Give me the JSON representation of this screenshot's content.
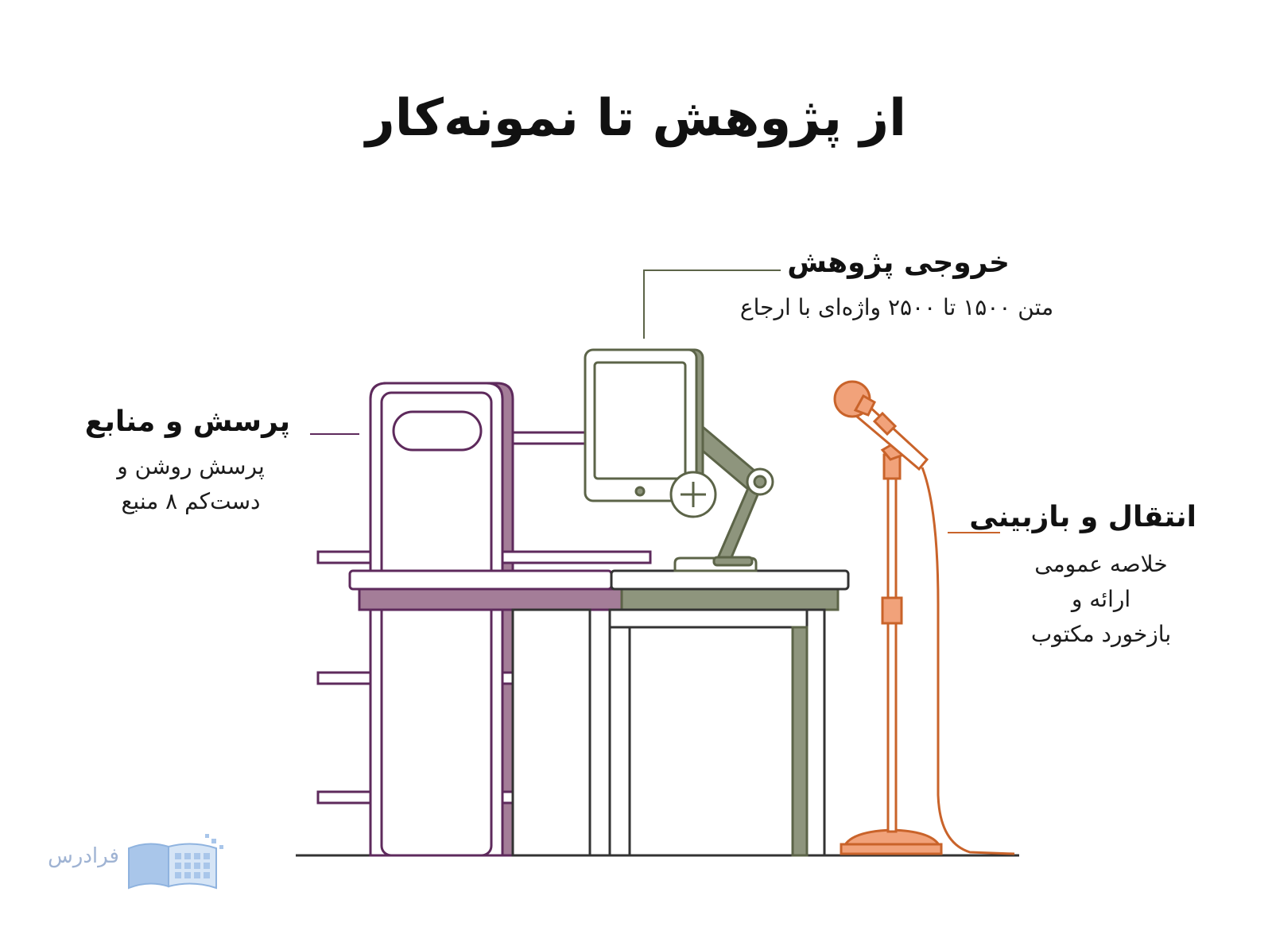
{
  "title": "از پژوهش تا نمونه‌کار",
  "sections": {
    "research_output": {
      "title": "خروجی پژوهش",
      "body": "متن ۱۵۰۰ تا ۲۵۰۰ واژه‌ای با ارجاع"
    },
    "questions_sources": {
      "title": "پرسش و منابع",
      "lines": [
        "پرسش روشن و",
        "دست‌کم ۸ منبع"
      ]
    },
    "transfer_review": {
      "title": "انتقال و بازبینی",
      "lines": [
        "خلاصه عمومی",
        "ارائه و",
        "بازخورد مکتوب"
      ]
    }
  },
  "logo": {
    "text": "فرادرس"
  },
  "colors": {
    "purple": "#5e2a5c",
    "purple_fill": "#a47d98",
    "olive": "#5c6448",
    "olive_fill": "#8e957d",
    "orange": "#c9632a",
    "orange_fill": "#f1a27a",
    "logo": "#a9c6ea"
  },
  "icons": [
    "bookshelf-icon",
    "tablet-icon",
    "plus-icon",
    "desk-lamp-arm-icon",
    "desk-icon",
    "microphone-icon",
    "book-logo-icon"
  ]
}
